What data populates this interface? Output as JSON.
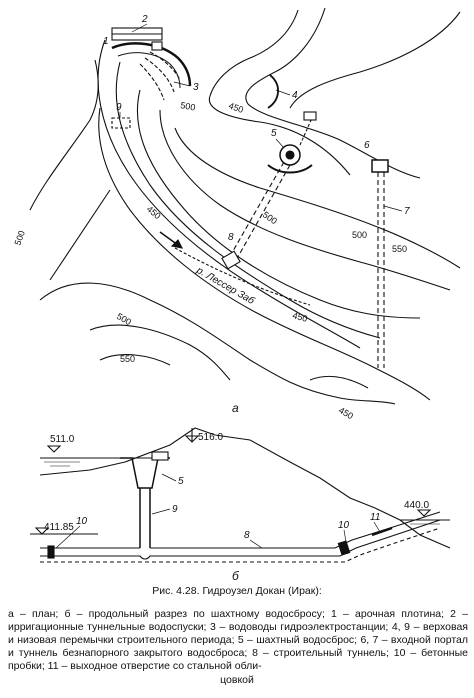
{
  "plan": {
    "contours": [
      "500",
      "450",
      "500",
      "450",
      "500",
      "450",
      "500",
      "500",
      "550",
      "550",
      "450"
    ],
    "river_label": "р. Лессер Заб",
    "callouts": [
      "1",
      "2",
      "3",
      "4",
      "5",
      "6",
      "7",
      "8",
      "9"
    ],
    "view_label": "а"
  },
  "section": {
    "levels": [
      "511.0",
      "516.0",
      "411.85",
      "440.0"
    ],
    "callouts": [
      "5",
      "9",
      "8",
      "10",
      "10",
      "11"
    ],
    "view_label": "б"
  },
  "caption": {
    "title": "Рис. 4.28. Гидроузел Докан (Ирак):",
    "body": "а – план; б – продольный разрез по шахтному водосбросу; 1 – арочная плотина; 2 – ирригационные туннельные водоспуски; 3 – водоводы гидроэлектростанции; 4, 9 – верховая и низовая перемычки строительного периода; 5 – шахтный водосброс; 6, 7 – входной портал и туннель безнапорного закрытого водосброса; 8 – строительный туннель; 10 – бетонные пробки; 11 – выходное отверстие со стальной обли-",
    "last": "цовкой"
  }
}
